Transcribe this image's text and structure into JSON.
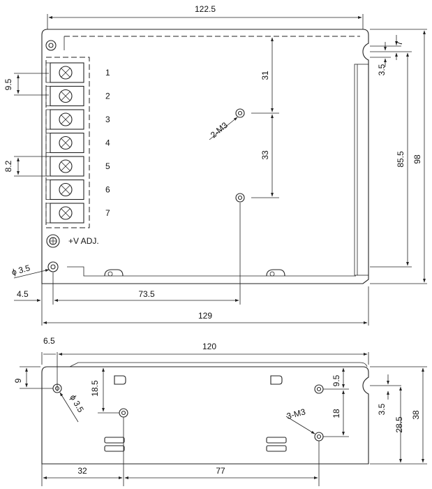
{
  "top_view": {
    "dims": {
      "overall_width_top": "122.5",
      "overall_width_bottom": "129",
      "offset_left": "4.5",
      "hole_x": "73.5",
      "height_total": "98",
      "height_inner": "85.5",
      "slot_width": "7",
      "slot_offset": "3.5",
      "hole_spacing_a": "31",
      "hole_spacing_b": "33",
      "pitch_a": "9.5",
      "pitch_b": "8.2",
      "screw_label": "2-M3",
      "hole_diameter": "ϕ 3.5"
    },
    "terminals": [
      "1",
      "2",
      "3",
      "4",
      "5",
      "6",
      "7"
    ],
    "adj_label": "+V ADJ."
  },
  "bottom_view": {
    "dims": {
      "overall_width": "120",
      "offset_left": "6.5",
      "offset_top": "9",
      "hole_diameter": "ϕ 3.5",
      "hole_vertical": "18.5",
      "right_pitch_a": "9.5",
      "right_pitch_b": "18",
      "slot_offset": "3.5",
      "slot_height": "28.5",
      "height": "38",
      "screw_label": "3-M3",
      "hole_x_a": "32",
      "hole_x_b": "77"
    }
  }
}
